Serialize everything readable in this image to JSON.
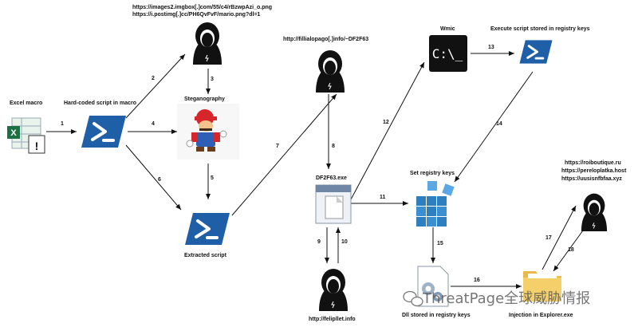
{
  "nodes": {
    "excel_macro": "Excel macro",
    "hardcoded_script": "Hard-coded script in macro",
    "image_urls": [
      "https://images2.imgbox[.]com/55/c4/rBzwpAzi_o.png",
      "https://i.postimg[.]cc/PH6QvFvF/mario.png?dl=1"
    ],
    "steganography": "Steganography",
    "extracted_script": "Extracted script",
    "fillialopago_url": "http://fillialopago[.]info/~DF2F63",
    "df2f63_exe": "DF2F63.exe",
    "felipllet_url": "http://felipllet.info",
    "wmic": "Wmic",
    "execute_script": "Execute script stored in registry keys",
    "set_registry_keys": "Set registry keys",
    "dll_registry": "Dll stored in registry keys",
    "injection_explorer": "Injection in Explorer.exe",
    "c2_domains": [
      "https://roiboutique.ru",
      "https://pereloplatka.host",
      "https://uusisnfbfaa.xyz"
    ]
  },
  "edges": [
    "1",
    "2",
    "3",
    "4",
    "5",
    "6",
    "7",
    "8",
    "9",
    "10",
    "11",
    "12",
    "13",
    "14",
    "15",
    "16",
    "17",
    "18"
  ],
  "watermark": "ThreatPage全球威胁情报",
  "colors": {
    "powershell_blue": "#1f5fa8",
    "hacker_black": "#111111",
    "registry_blue": "#2e7fc0",
    "excel_green": "#1d7044"
  },
  "icons": [
    "excel-icon",
    "powershell-icon",
    "hacker-icon",
    "mario-image-icon",
    "cmd-icon",
    "registry-icon",
    "exe-file-icon",
    "dll-icon",
    "folder-icon",
    "wechat-icon"
  ]
}
